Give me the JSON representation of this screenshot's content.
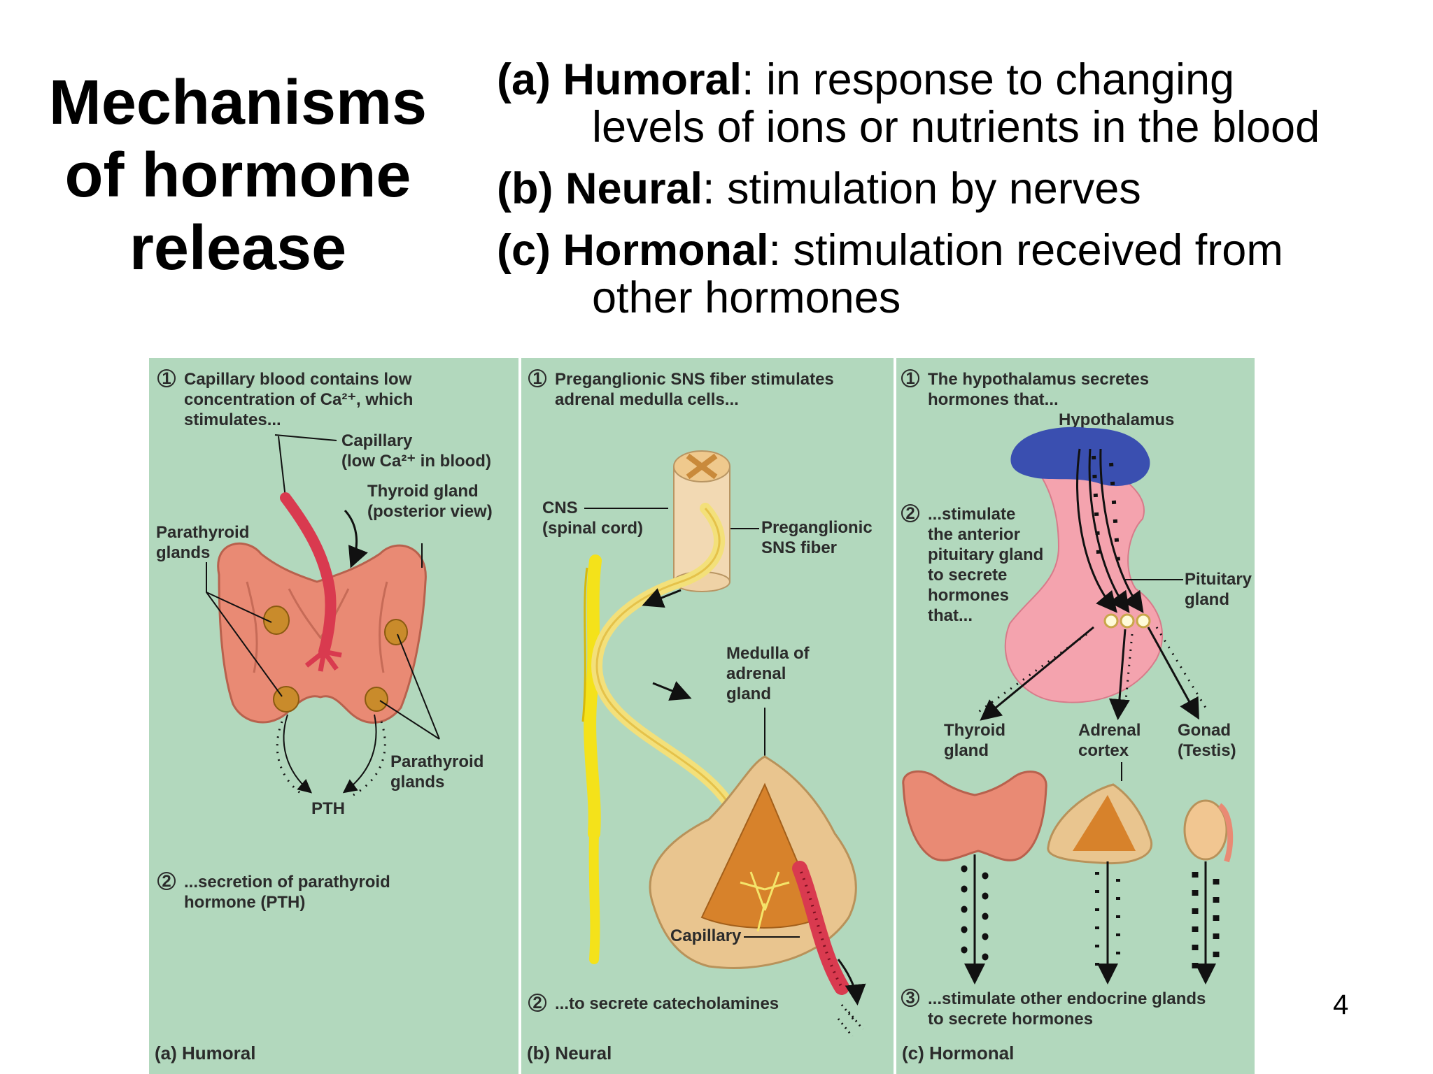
{
  "title": {
    "line1": "Mechanisms",
    "line2": "of hormone",
    "line3": "release"
  },
  "definitions": [
    {
      "letter": "(a) ",
      "term": "Humoral",
      "rest": ": in response to changing",
      "continuation": "levels of ions or nutrients in the blood"
    },
    {
      "letter": "(b) ",
      "term": "Neural",
      "rest": ": stimulation by nerves",
      "continuation": ""
    },
    {
      "letter": "(c) ",
      "term": "Hormonal",
      "rest": ": stimulation received from",
      "continuation": "other hormones"
    }
  ],
  "page_number": "4",
  "colors": {
    "panel_bg": "#b2d8bd",
    "gland": "#e98a74",
    "vessel": "#d93a4f",
    "nerve": "#f3e07a",
    "hypothalamus": "#3a4fb0",
    "pituitary": "#f4a3ae",
    "adrenal": "#e9c58f"
  },
  "panels": {
    "humoral": {
      "step1": [
        "Capillary blood contains low",
        "concentration of Ca²⁺, which",
        "stimulates..."
      ],
      "step1_num": "1",
      "capillary": [
        "Capillary",
        "(low Ca²⁺ in blood)"
      ],
      "thyroid": [
        "Thyroid gland",
        "(posterior view)"
      ],
      "parathyroid_left": [
        "Parathyroid",
        "glands"
      ],
      "parathyroid_right": [
        "Parathyroid",
        "glands"
      ],
      "pth": "PTH",
      "step2_num": "2",
      "step2": [
        "...secretion of parathyroid",
        "hormone (PTH)"
      ],
      "footer": "(a) Humoral"
    },
    "neural": {
      "step1_num": "1",
      "step1": [
        "Preganglionic SNS fiber stimulates",
        "adrenal medulla cells..."
      ],
      "cns": [
        "CNS",
        "(spinal cord)"
      ],
      "fiber": [
        "Preganglionic",
        "SNS fiber"
      ],
      "medulla": [
        "Medulla of",
        "adrenal",
        "gland"
      ],
      "capillary": "Capillary",
      "step2_num": "2",
      "step2": "...to secrete catecholamines",
      "footer": "(b) Neural"
    },
    "hormonal": {
      "step1_num": "1",
      "step1": [
        "The hypothalamus secretes",
        "hormones that..."
      ],
      "hypothalamus": "Hypothalamus",
      "step2_num": "2",
      "step2": [
        "...stimulate",
        "the anterior",
        "pituitary gland",
        "to secrete",
        "hormones",
        "that..."
      ],
      "pituitary": [
        "Pituitary",
        "gland"
      ],
      "thyroid": [
        "Thyroid",
        "gland"
      ],
      "adrenal": [
        "Adrenal",
        "cortex"
      ],
      "gonad": [
        "Gonad",
        "(Testis)"
      ],
      "step3_num": "3",
      "step3": [
        "...stimulate other endocrine glands",
        "to secrete hormones"
      ],
      "footer": "(c) Hormonal"
    }
  }
}
